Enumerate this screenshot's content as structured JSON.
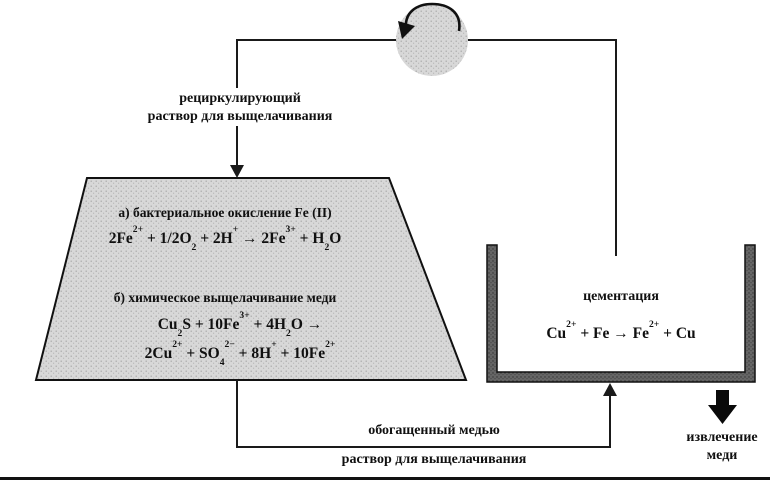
{
  "recycle_loop": {
    "label": "рециркулирующий\nраствор для выщелачивания"
  },
  "heap": {
    "step_a": {
      "title": "а) бактериальное окисление Fe (II)",
      "equation": "2Fe^2+^ + 1/2O_2_ + 2H^+^  →  2Fe^3+^ + H_2_O"
    },
    "step_b": {
      "title": "б) химическое выщелачивание меди",
      "equation_line1": "Cu_2_S + 10Fe^3+^ + 4H_2_O  →",
      "equation_line2": "2Cu^2+^ + SO_4_^2−^ + 8H^+^ + 10Fe^2+^"
    }
  },
  "cementation_tank": {
    "title": "цементация",
    "equation": "Cu^2+^ + Fe  →  Fe^2+^ + Cu"
  },
  "enriched_flow": {
    "label_line1": "обогащенный медью",
    "label_line2": "раствор для выщелачивания"
  },
  "extraction": {
    "label": "извлечение\nмеди"
  },
  "colors": {
    "line": "#1a1a1a",
    "heap_fill": "#d8d8d8",
    "wall_fill": "#666666",
    "arrow_fill": "#0a0a0a"
  }
}
